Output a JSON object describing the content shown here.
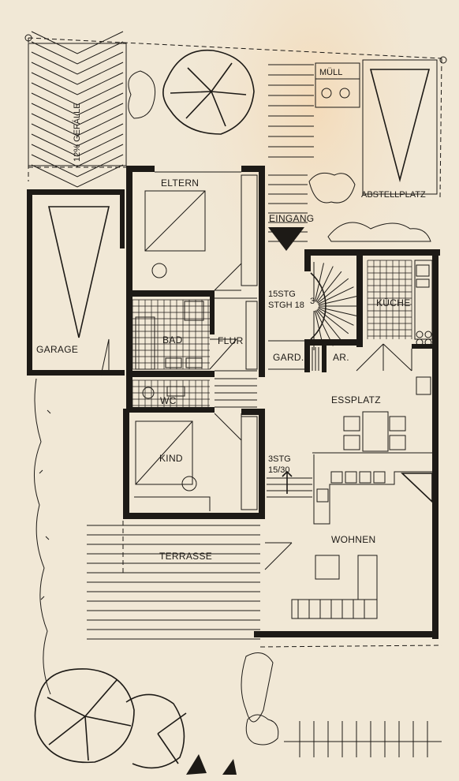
{
  "rooms": {
    "eltern": "ELTERN",
    "bad": "BAD",
    "flur": "FLUR",
    "wc": "WC",
    "kind": "KIND",
    "garage": "GARAGE",
    "gard": "GARD.",
    "ar": "AR.",
    "kueche": "KÜCHE",
    "essplatz": "ESSPLATZ",
    "wohnen": "WOHNEN",
    "terrasse": "TERRASSE",
    "muell": "MÜLL",
    "abstellplatz": "ABSTELLPLATZ",
    "eingang": "EINGANG"
  },
  "annotations": {
    "gefaelle": "12% GEFÄLLE",
    "stair_main_1": "15STG",
    "stair_main_2": "STGH 18",
    "stair_main_3": "3",
    "stair_small_1": "3STG",
    "stair_small_2": "15/30"
  },
  "colors": {
    "paper": "#f1e8d6",
    "ink": "#1d1a16"
  }
}
